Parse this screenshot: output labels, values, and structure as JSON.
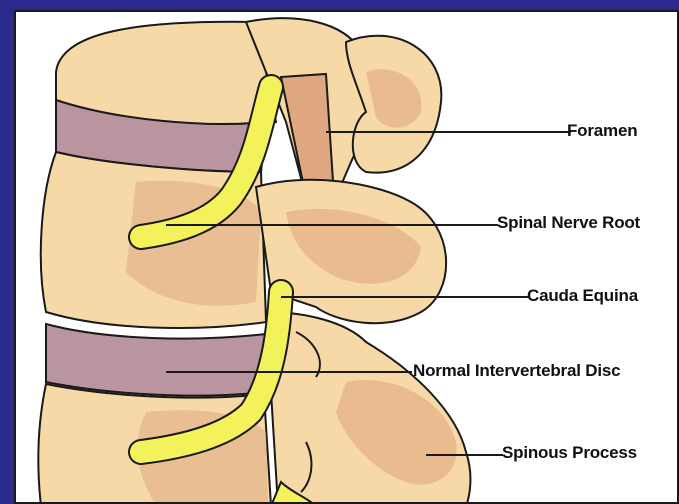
{
  "diagram": {
    "labels": {
      "foramen": "Foramen",
      "spinal_nerve_root": "Spinal Nerve Root",
      "cauda_equina": "Cauda Equina",
      "normal_disc": "Normal Intervertebral Disc",
      "spinous_process": "Spinous Process"
    },
    "colors": {
      "background": "#2a2a8c",
      "bone": "#f7d9a8",
      "bone_shade": "#dfa77f",
      "disc": "#b9959f",
      "nerve": "#f4f25a",
      "outline": "#1a1a1a"
    }
  }
}
